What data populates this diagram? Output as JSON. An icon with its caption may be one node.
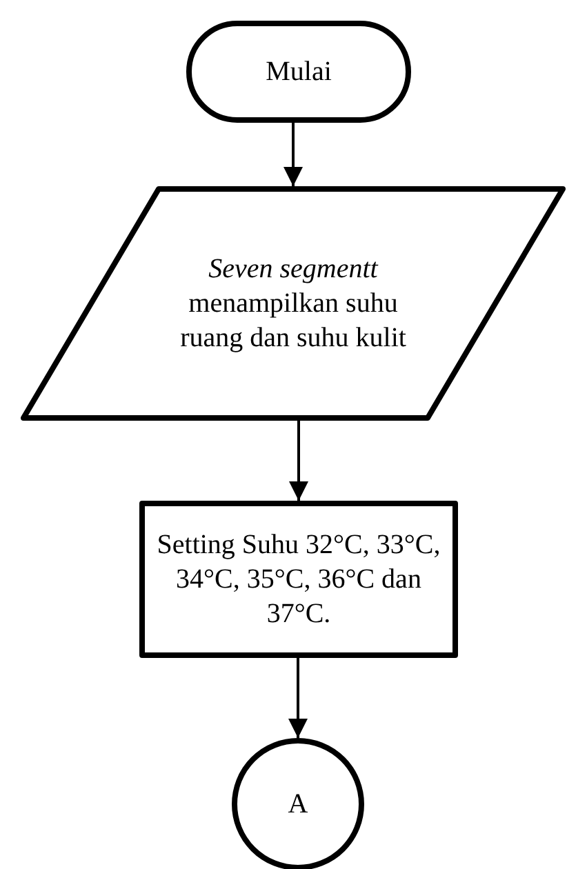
{
  "diagram": {
    "nodes": [
      {
        "text": [
          "Mulai"
        ]
      },
      {
        "text": [
          "*Seven segmentt* menampilkan suhu ruang dan suhu kulit"
        ]
      },
      {
        "text": [
          "Setting Suhu 32°C, 33°C, 34°C, 35°C, 36°C dan 37°C."
        ]
      },
      {
        "text": [
          "A"
        ]
      }
    ],
    "edges": [
      {
        "from": 0,
        "to": 1,
        "arrow": "to"
      },
      {
        "from": 1,
        "to": 2,
        "arrow": "to"
      },
      {
        "from": 2,
        "to": 3,
        "arrow": "to"
      }
    ]
  }
}
